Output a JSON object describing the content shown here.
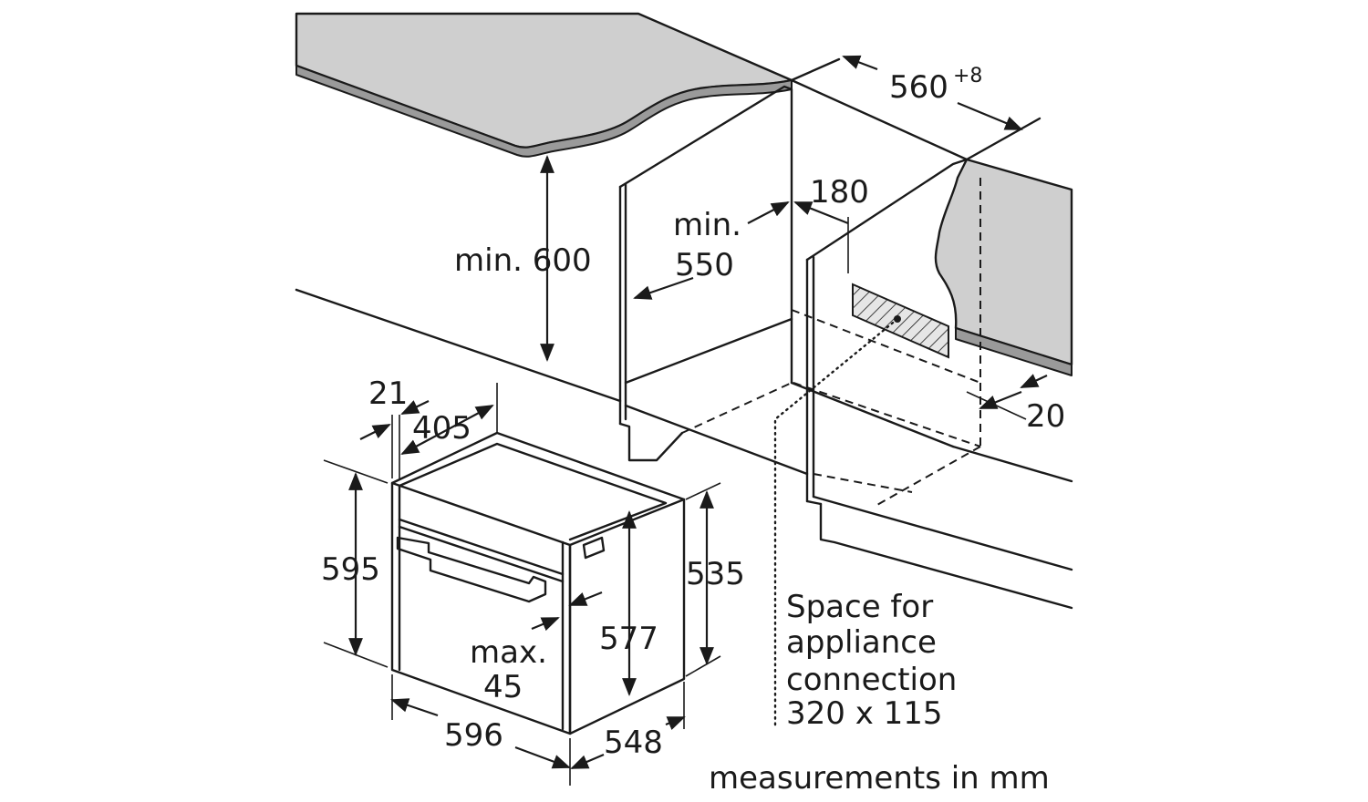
{
  "dimensions": {
    "cabinet_height_min": "min. 600",
    "niche_depth_min_prefix": "min.",
    "niche_depth_min_value": "550",
    "niche_width_value": "560",
    "niche_width_tolerance": "+8",
    "connection_offset": "180",
    "rear_gap": "20",
    "front_overhang": "21",
    "cavity_depth": "405",
    "appliance_height": "595",
    "inner_height": "577",
    "side_height": "535",
    "handle_max_prefix": "max.",
    "handle_max_value": "45",
    "appliance_width": "596",
    "appliance_depth": "548"
  },
  "notes": {
    "connection_line1": "Space for",
    "connection_line2": "appliance",
    "connection_line3": "connection",
    "connection_line4": "320 x 115",
    "units": "measurements in mm"
  }
}
